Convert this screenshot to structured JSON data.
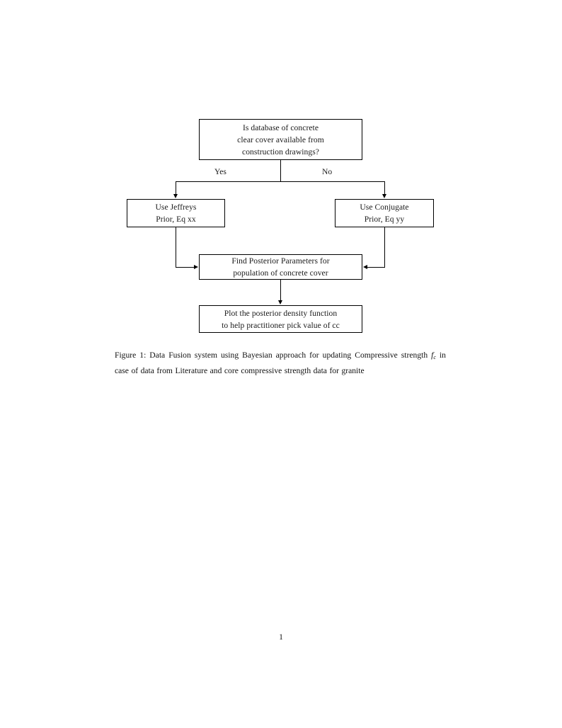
{
  "document": {
    "page_number": "1"
  },
  "figure": {
    "type": "flowchart",
    "nodes": [
      {
        "id": "decision",
        "shape": "rectangle",
        "lines": [
          "Is database of concrete",
          "clear cover available from",
          "construction drawings?"
        ]
      },
      {
        "id": "jeffreys",
        "shape": "rectangle",
        "lines": [
          "Use Jeffreys",
          "Prior, Eq xx"
        ]
      },
      {
        "id": "conjugate",
        "shape": "rectangle",
        "lines": [
          "Use Conjugate",
          "Prior, Eq yy"
        ]
      },
      {
        "id": "posterior",
        "shape": "rectangle",
        "lines": [
          "Find Posterior Parameters for",
          "population of concrete cover"
        ]
      },
      {
        "id": "plot",
        "shape": "rectangle",
        "lines": [
          "Plot the posterior density function",
          "to help practitioner pick value of cc"
        ]
      }
    ],
    "branch_labels": {
      "yes": "Yes",
      "no": "No"
    },
    "edges": [
      {
        "from": "decision",
        "to": "jeffreys",
        "label": "Yes"
      },
      {
        "from": "decision",
        "to": "conjugate",
        "label": "No"
      },
      {
        "from": "jeffreys",
        "to": "posterior",
        "label": ""
      },
      {
        "from": "conjugate",
        "to": "posterior",
        "label": ""
      },
      {
        "from": "posterior",
        "to": "plot",
        "label": ""
      }
    ]
  },
  "caption": {
    "label": "Figure 1:",
    "text_before_math": " Data Fusion system using Bayesian approach for updating Compressive strength ",
    "math_symbol": "f",
    "math_subscript": "c",
    "text_after_math": " in case of data from Literature and core compressive strength data for granite",
    "full_text": "Figure 1: Data Fusion system using Bayesian approach for updating Compressive strength f_c in case of data from Literature and core compressive strength data for granite"
  },
  "colors": {
    "ink": "#000000",
    "text": "#1a1a1a",
    "paper": "#ffffff"
  }
}
